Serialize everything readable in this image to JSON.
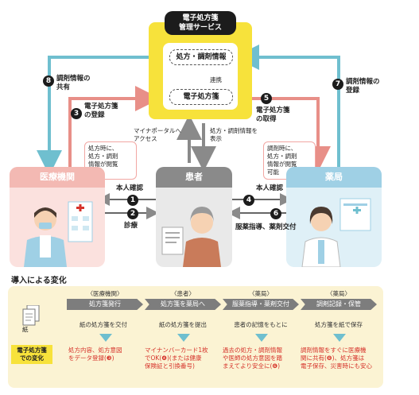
{
  "service": {
    "title_line1": "電子処方箋",
    "title_line2": "管理サービス",
    "info_label": "処方・調剤情報",
    "link_label": "連携",
    "rx_label": "電子処方箋"
  },
  "left_steps": [
    {
      "num": "8",
      "text_line1": "調剤情報の",
      "text_line2": "共有"
    },
    {
      "num": "3",
      "text_line1": "電子処方箋",
      "text_line2": "の登録"
    }
  ],
  "right_steps": [
    {
      "num": "7",
      "text_line1": "調剤情報の",
      "text_line2": "登録"
    },
    {
      "num": "5",
      "text_line1": "電子処方箋",
      "text_line2": "の取得"
    }
  ],
  "portal_access": {
    "line1": "マイナポータルへ",
    "line2": "アクセス"
  },
  "view_info": {
    "line1": "処方・調剤情報を",
    "line2": "表示"
  },
  "clinic_callout": {
    "line1": "処方時に、",
    "line2": "処方・調剤",
    "line3": "情報が閲覧",
    "line4": "可能"
  },
  "pharmacy_callout": {
    "line1": "調剤時に、",
    "line2": "処方・調剤",
    "line3": "情報が閲覧",
    "line4": "可能"
  },
  "parties": {
    "clinic": "医療機関",
    "patient": "患者",
    "pharmacy": "薬局"
  },
  "clinic_flows": [
    {
      "num": "1",
      "label": "本人確認"
    },
    {
      "num": "2",
      "label": "診療"
    }
  ],
  "pharmacy_flows": [
    {
      "num": "4",
      "label": "本人確認"
    },
    {
      "num": "6",
      "label": "服薬指導、薬剤交付"
    }
  ],
  "changes": {
    "heading": "導入による変化",
    "paper_label": "紙",
    "erx_label_line1": "電子処方箋",
    "erx_label_line2": "での変化",
    "stages": [
      {
        "category": "〈医療機関〉",
        "title": "処方箋発行",
        "old": "紙の処方箋を交付",
        "new_line1": "処方内容、処方意図",
        "new_line2": "をデータ登録(❸)",
        "new_line3": ""
      },
      {
        "category": "〈患者〉",
        "title": "処方箋を薬局へ",
        "old": "紙の処方箋を提出",
        "new_line1": "マイナンバーカード1枚",
        "new_line2": "でOK(❹)(または健康",
        "new_line3": "保険証と引換番号)"
      },
      {
        "category": "〈薬局〉",
        "title": "服薬指導・薬剤交付",
        "old": "患者の記憶をもとに",
        "new_line1": "過去の処方・調剤情報",
        "new_line2": "や医師の処方意図を踏",
        "new_line3": "まえてより安全に(❻)"
      },
      {
        "category": "〈薬局〉",
        "title": "調剤記録・保管",
        "old": "処方箋を紙で保存",
        "new_line1": "調剤情報をすぐに医療機",
        "new_line2": "関に共有(❽)、処方箋は",
        "new_line3": "電子保存、災害時にも安心"
      }
    ]
  },
  "colors": {
    "service_yellow": "#f7e23b",
    "clinic_pink": "#f3b9b3",
    "pharmacy_blue": "#9fd0e5",
    "patient_gray": "#8a8a8a",
    "teal_arrow": "#6fbfcf",
    "pink_arrow": "#e88f88",
    "alert_red": "#d6322a",
    "panel_bg": "#fbf3d3"
  }
}
